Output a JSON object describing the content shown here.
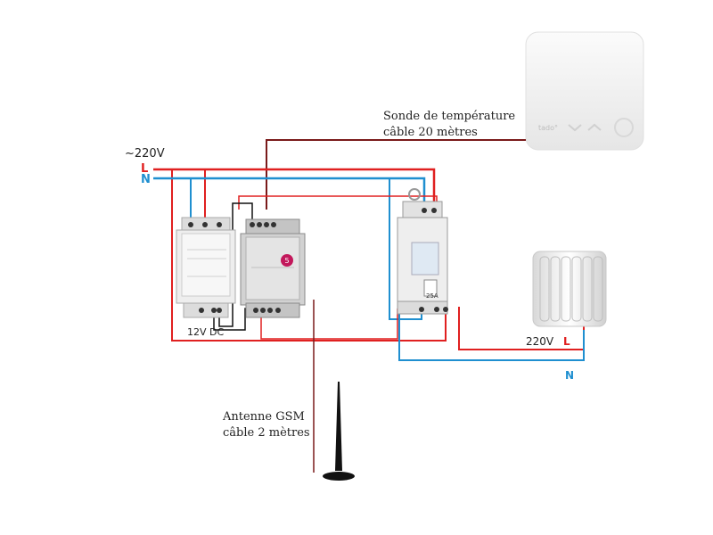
{
  "supply": {
    "voltage_label": "~220V",
    "live_label": "L",
    "neutral_label": "N"
  },
  "sensor": {
    "caption_line1": "Sonde de température",
    "caption_line2": "câble 20 mètres",
    "device_brand": "tado°"
  },
  "power_supply_module": {
    "output_label": "12V DC"
  },
  "gsm_module": {
    "badge": "5"
  },
  "contactor": {
    "rating": "25A"
  },
  "radiator": {
    "voltage_label": "220V",
    "live_label": "L",
    "neutral_label": "N"
  },
  "antenna": {
    "caption_line1": "Antenne GSM",
    "caption_line2": "câble 2 mètres"
  },
  "colors": {
    "live_wire": "#e02020",
    "neutral_wire": "#1f8fd0",
    "sensor_wire": "#7a1a1a",
    "signal_wire": "#111111"
  }
}
